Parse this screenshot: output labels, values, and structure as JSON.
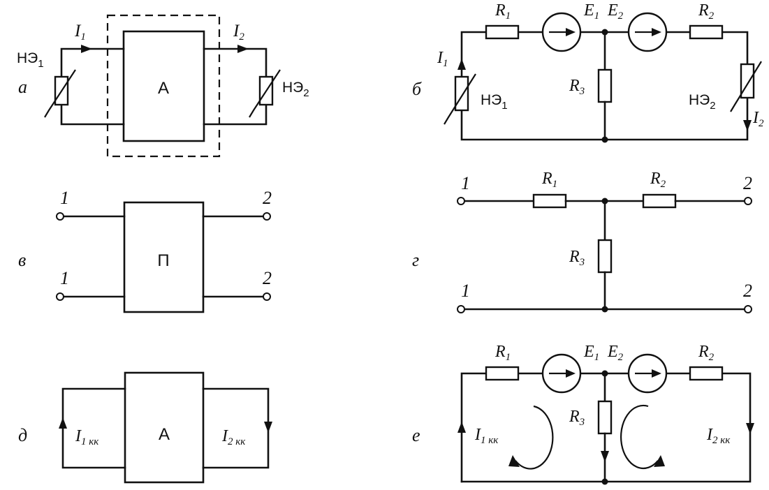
{
  "panels": {
    "a": {
      "letter": "а",
      "box_label": "A",
      "I1": "I",
      "I1_sub": "1",
      "I2": "I",
      "I2_sub": "2",
      "ne1": "НЭ",
      "ne1_sub": "1",
      "ne2": "НЭ",
      "ne2_sub": "2"
    },
    "b": {
      "letter": "б",
      "R1": "R",
      "R1_sub": "1",
      "R2": "R",
      "R2_sub": "2",
      "R3": "R",
      "R3_sub": "3",
      "E1": "E",
      "E1_sub": "1",
      "E2": "E",
      "E2_sub": "2",
      "I1": "I",
      "I1_sub": "1",
      "I2": "I",
      "I2_sub": "2",
      "ne1": "НЭ",
      "ne1_sub": "1",
      "ne2": "НЭ",
      "ne2_sub": "2"
    },
    "v": {
      "letter": "в",
      "box_label": "П",
      "t1_top": "1",
      "t1_bot": "1",
      "t2_top": "2",
      "t2_bot": "2"
    },
    "g": {
      "letter": "г",
      "R1": "R",
      "R1_sub": "1",
      "R2": "R",
      "R2_sub": "2",
      "R3": "R",
      "R3_sub": "3",
      "t1_top": "1",
      "t1_bot": "1",
      "t2_top": "2",
      "t2_bot": "2"
    },
    "d": {
      "letter": "д",
      "box_label": "A",
      "I1": "I",
      "I1_sub": "1 кк",
      "I2": "I",
      "I2_sub": "2 кк"
    },
    "e": {
      "letter": "е",
      "R1": "R",
      "R1_sub": "1",
      "R2": "R",
      "R2_sub": "2",
      "R3": "R",
      "R3_sub": "3",
      "E1": "E",
      "E1_sub": "1",
      "E2": "E",
      "E2_sub": "2",
      "I1": "I",
      "I1_sub": "1 кк",
      "I2": "I",
      "I2_sub": "2 кк"
    }
  }
}
